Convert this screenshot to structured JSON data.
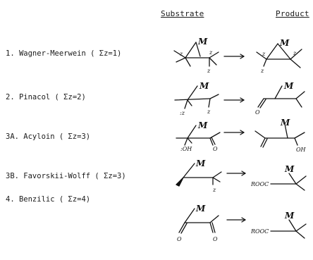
{
  "headers": {
    "substrate": "Substrate",
    "product": "Product"
  },
  "rows": [
    {
      "label": "1.  Wagner-Meerwein ( Σz=1)"
    },
    {
      "label": "2.  Pinacol ( Σz=2)"
    },
    {
      "label": "3A. Acyloin ( Σz=3)"
    },
    {
      "label": "3B. Favorskii-Wolff ( Σz=3)"
    },
    {
      "label": "4.  Benzilic ( Σz=4)"
    }
  ],
  "glyphs": {
    "migrating_group": "M",
    "z": "z",
    "colon_z": ":z",
    "colon_oh": ":OH",
    "oh": "OH",
    "o": "O",
    "rooc": "ROOC"
  }
}
